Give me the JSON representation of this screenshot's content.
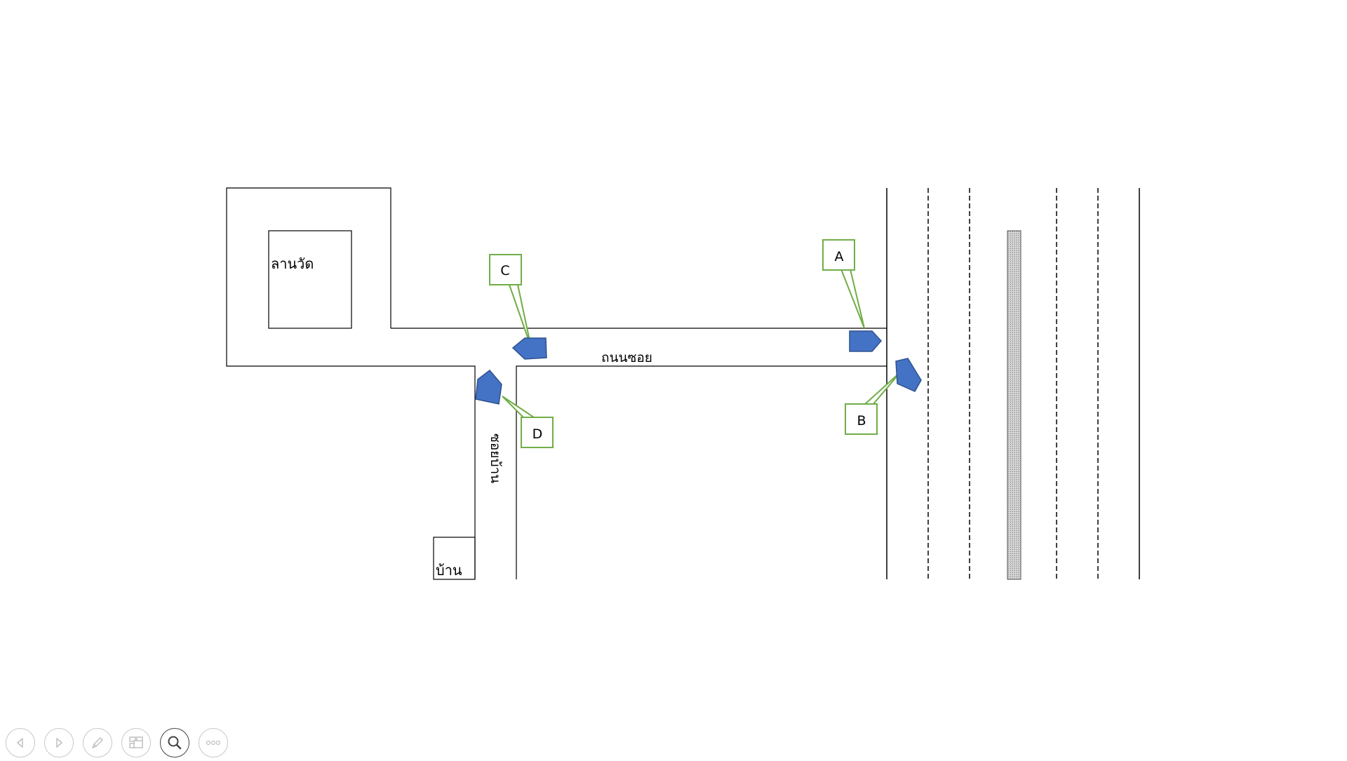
{
  "diagram": {
    "labels": {
      "temple_courtyard": "ลานวัด",
      "main_soi_road": "ถนนซอย",
      "side_soi": "ซอยบ้าน",
      "house": "บ้าน"
    },
    "callouts": {
      "a": "A",
      "b": "B",
      "c": "C",
      "d": "D"
    },
    "colors": {
      "vehicle_fill": "#4472C4",
      "vehicle_stroke": "#2F528F",
      "callout_border": "#70AD47",
      "line": "#000000",
      "median_fill": "#cccccc"
    }
  },
  "toolbar": {
    "buttons": [
      {
        "icon": "previous-slide-icon"
      },
      {
        "icon": "next-slide-icon"
      },
      {
        "icon": "pen-icon"
      },
      {
        "icon": "see-all-slides-icon"
      },
      {
        "icon": "zoom-icon"
      },
      {
        "icon": "more-options-icon"
      }
    ]
  }
}
